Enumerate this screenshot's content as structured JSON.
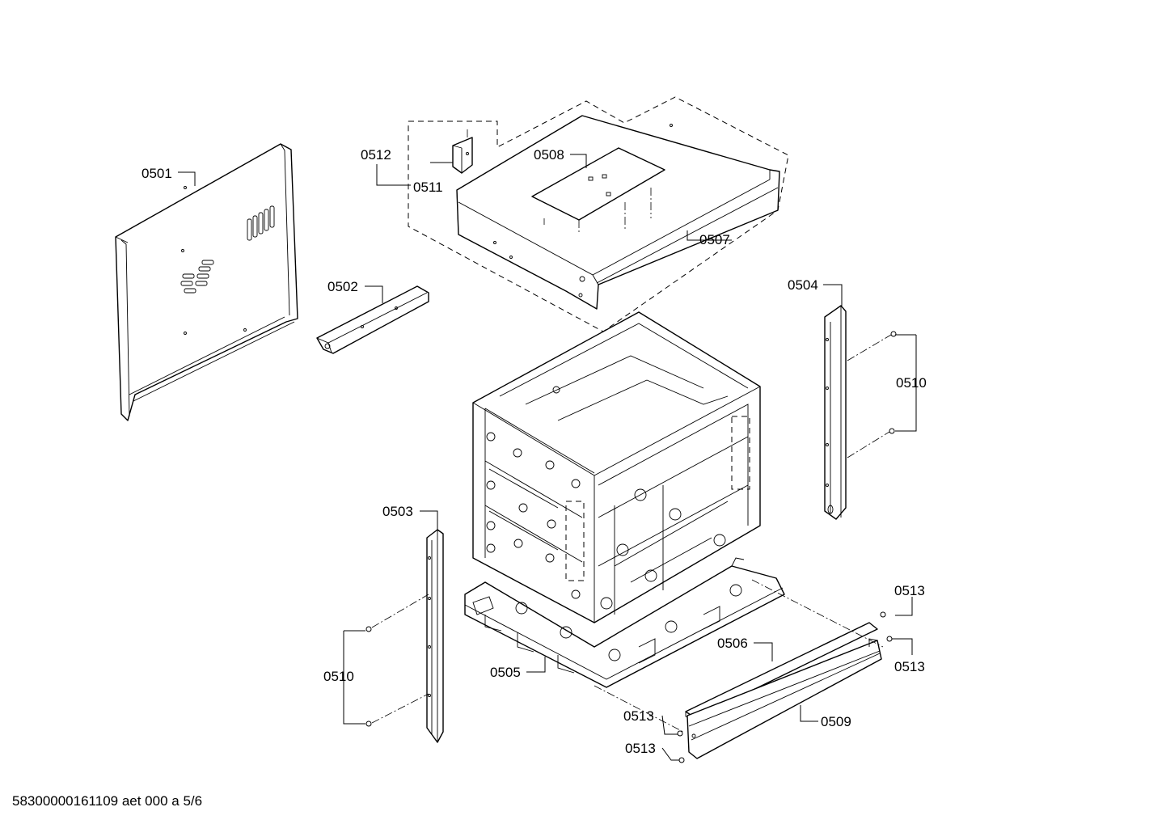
{
  "parts": {
    "p0501": "0501",
    "p0502": "0502",
    "p0503": "0503",
    "p0504": "0504",
    "p0505": "0505",
    "p0506": "0506",
    "p0507": "0507",
    "p0508": "0508",
    "p0509": "0509",
    "p0510_left": "0510",
    "p0510_right": "0510",
    "p0511": "0511",
    "p0512": "0512",
    "p0513_a": "0513",
    "p0513_b": "0513",
    "p0513_c": "0513",
    "p0513_d": "0513"
  },
  "footer": {
    "document_code": "58300000161109 aet 000 a 5/6"
  }
}
